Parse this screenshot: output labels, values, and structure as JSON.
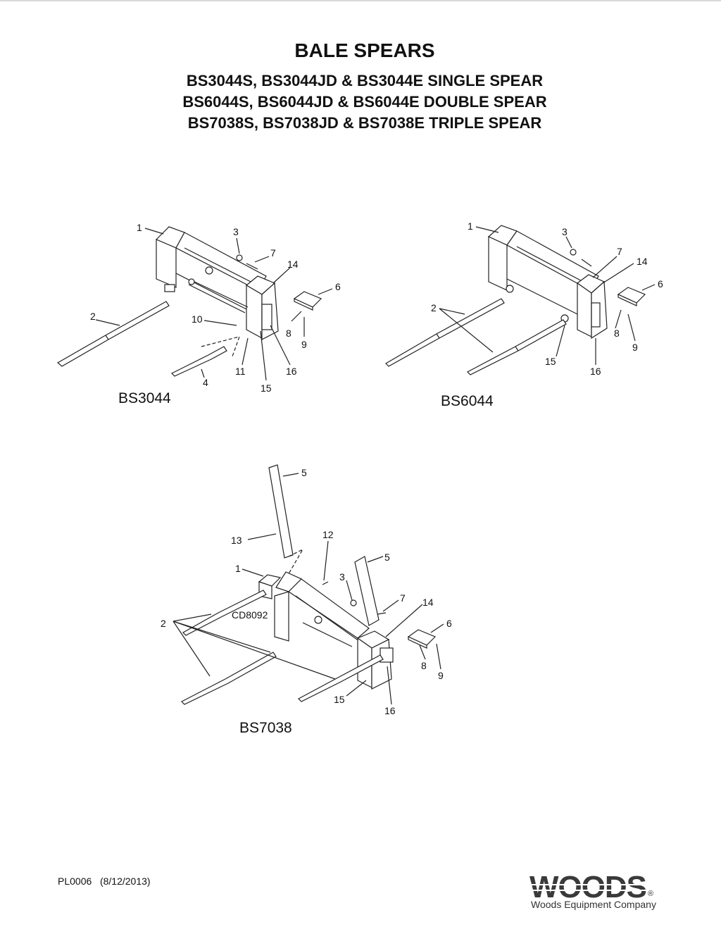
{
  "header": {
    "title": "BALE SPEARS",
    "subtitles": [
      "BS3044S, BS3044JD & BS3044E SINGLE SPEAR",
      "BS6044S, BS6044JD & BS6044E DOUBLE SPEAR",
      "BS7038S, BS7038JD & BS7038E TRIPLE SPEAR"
    ]
  },
  "diagrams": {
    "bs3044": {
      "model": "BS3044",
      "callouts": [
        "1",
        "2",
        "3",
        "4",
        "6",
        "7",
        "8",
        "9",
        "10",
        "11",
        "14",
        "15",
        "16"
      ]
    },
    "bs6044": {
      "model": "BS6044",
      "callouts": [
        "1",
        "2",
        "3",
        "6",
        "7",
        "8",
        "9",
        "14",
        "15",
        "16"
      ]
    },
    "bs7038": {
      "model": "BS7038",
      "drawing_code": "CD8092",
      "callouts": [
        "1",
        "2",
        "3",
        "5",
        "5",
        "6",
        "7",
        "8",
        "9",
        "12",
        "13",
        "14",
        "15",
        "16"
      ]
    }
  },
  "footer": {
    "doc_id": "PL0006",
    "date": "(8/12/2013)"
  },
  "logo": {
    "name": "WOODS",
    "tagline": "Woods Equipment Company",
    "mark": "®"
  }
}
